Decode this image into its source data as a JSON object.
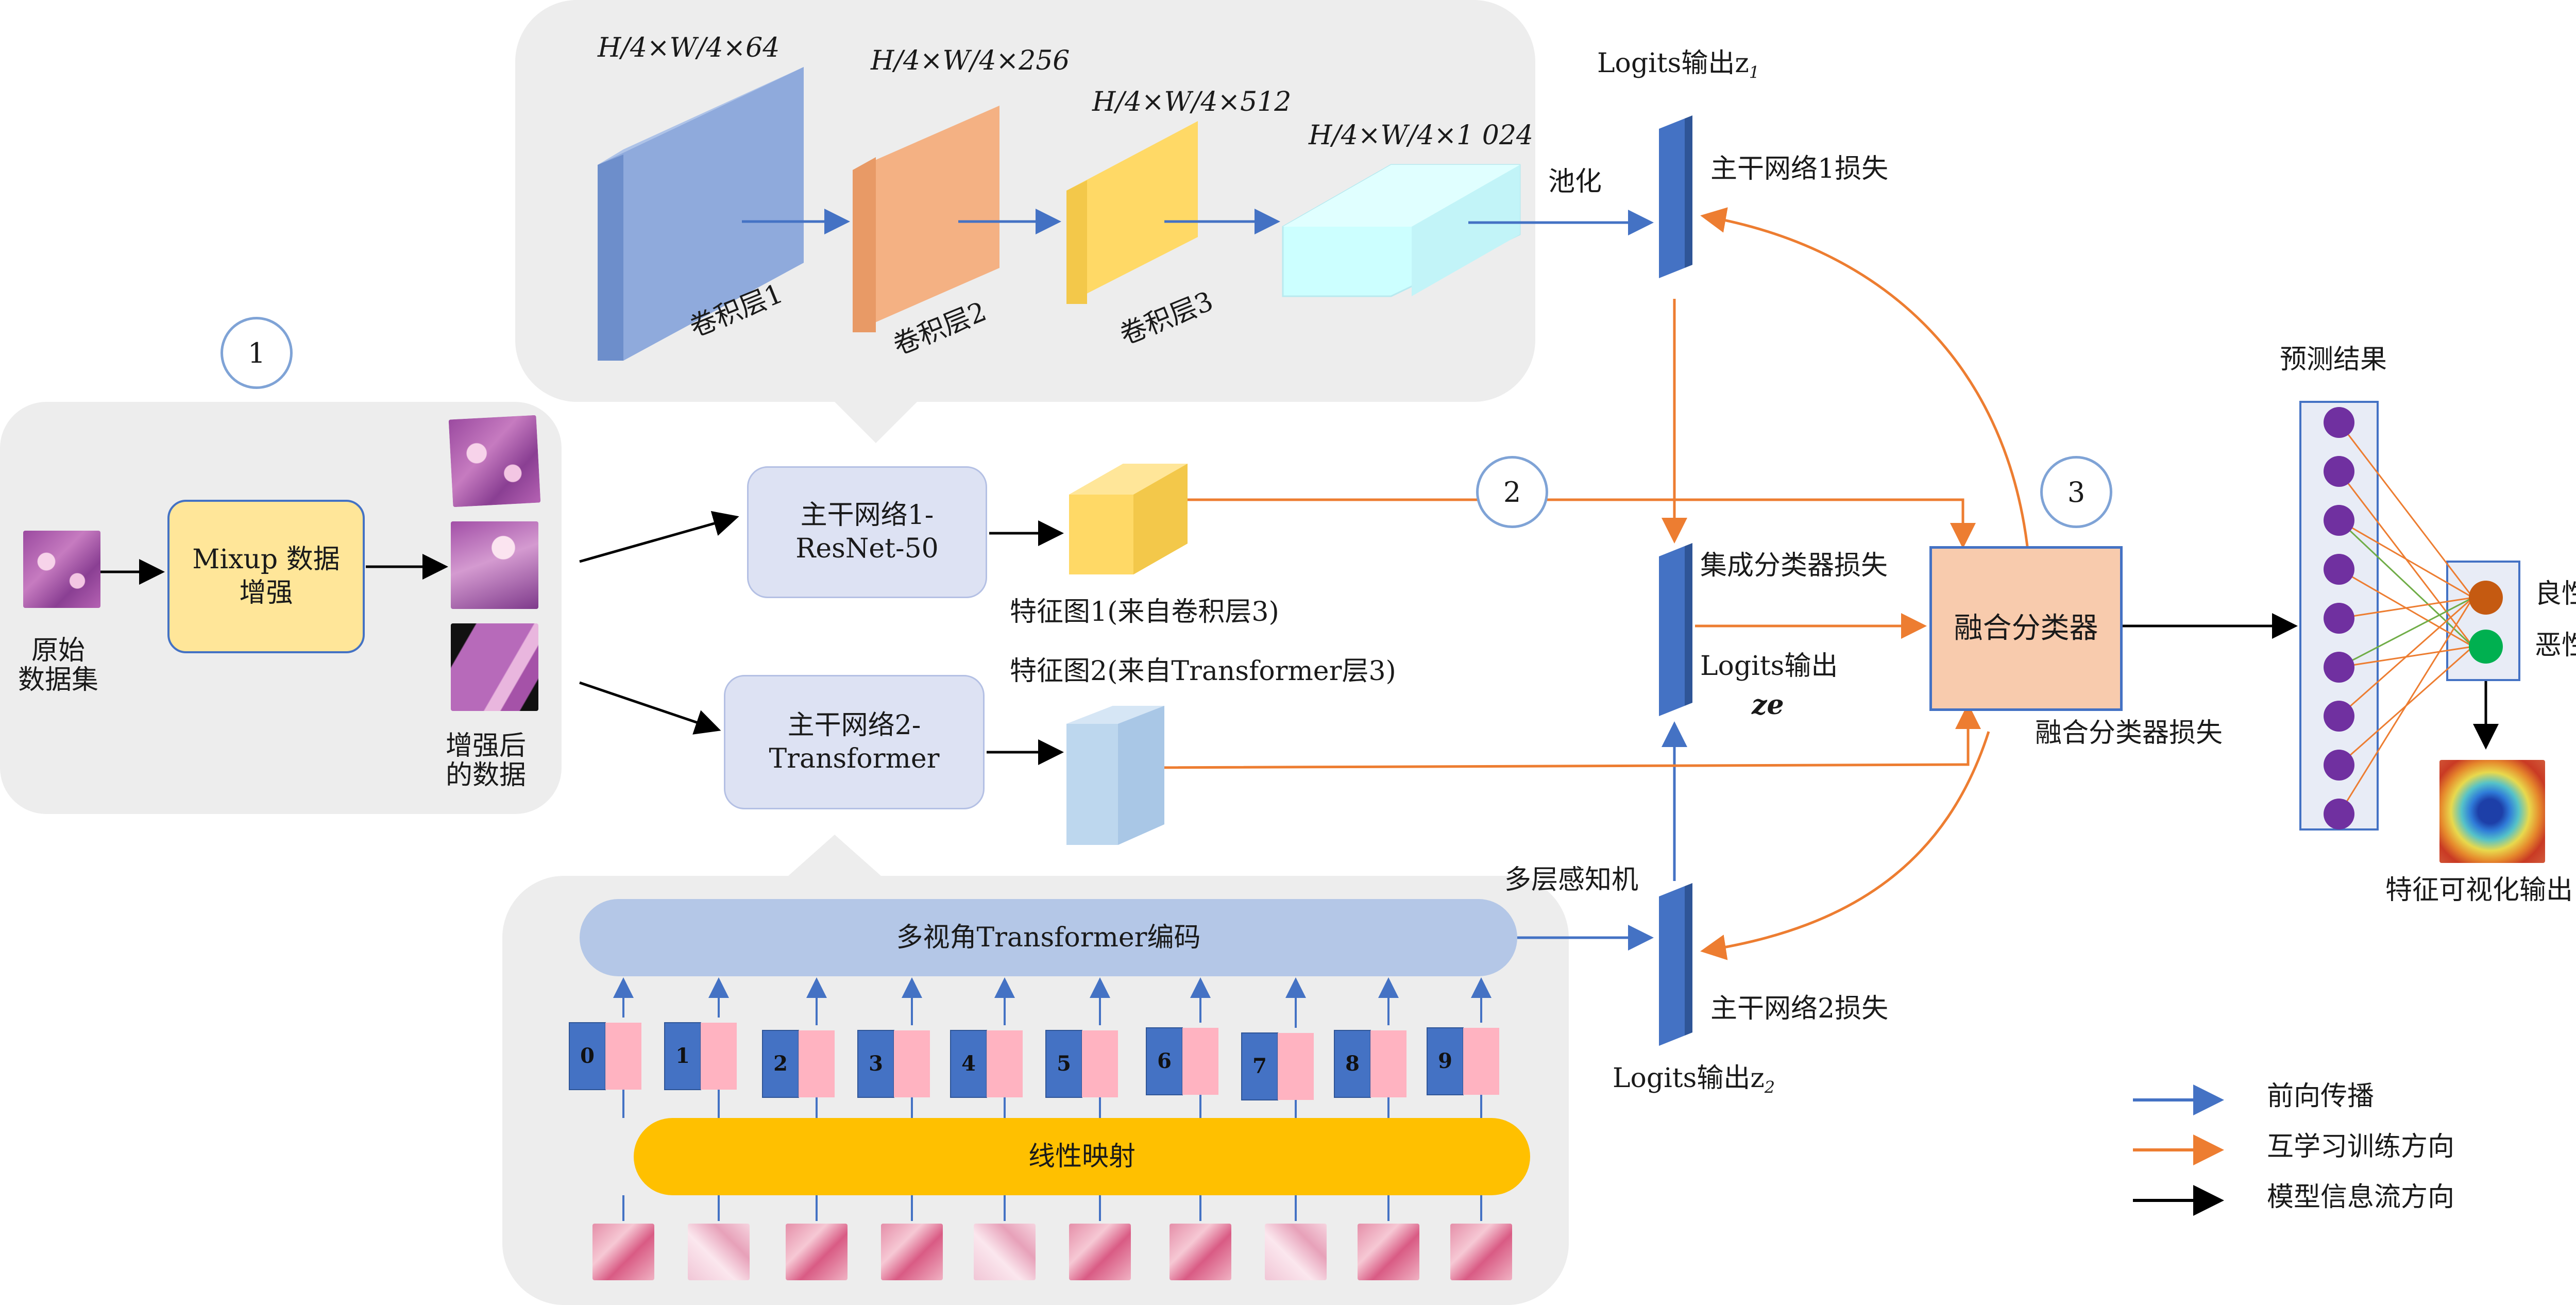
{
  "top_block": {
    "dims": [
      "H/4×W/4×64",
      "H/4×W/4×256",
      "H/4×W/4×512",
      "H/4×W/4×1 024"
    ],
    "layers": [
      "卷积层1",
      "卷积层2",
      "卷积层3"
    ],
    "pool": "池化"
  },
  "logits": {
    "z1": "Logits输出z",
    "z1_sub": "1",
    "ze": "Logits输出",
    "ze_var": "ze",
    "z2": "Logits输出z",
    "z2_sub": "2"
  },
  "losses": {
    "backbone1": "主干网络1损失",
    "ensemble": "集成分类器损失",
    "fusion": "融合分类器损失",
    "backbone2": "主干网络2损失"
  },
  "circles": [
    "1",
    "2",
    "3"
  ],
  "left_block": {
    "original": "原始\n数据集",
    "mixup": "Mixup 数据\n增强",
    "augmented": "增强后\n的数据"
  },
  "backbones": {
    "b1": "主干网络1-\nResNet-50",
    "b2": "主干网络2-\nTransformer"
  },
  "feature_maps": {
    "f1": "特征图1(来自卷积层3)",
    "f2": "特征图2(来自Transformer层3)"
  },
  "fusion": "融合分类器",
  "mlp": "多层感知机",
  "transformer": {
    "encoder": "多视角Transformer编码",
    "projection": "线性映射",
    "tokens": [
      "0",
      "1",
      "2",
      "3",
      "4",
      "5",
      "6",
      "7",
      "8",
      "9"
    ]
  },
  "prediction": {
    "title": "预测结果",
    "benign": "良性",
    "malignant": "恶性",
    "visual": "特征可视化输出"
  },
  "legend": [
    {
      "label": "前向传播",
      "color": "#4472c4"
    },
    {
      "label": "互学习训练方向",
      "color": "#ed7d31"
    },
    {
      "label": "模型信息流方向",
      "color": "#000000"
    }
  ],
  "colors": {
    "forward": "#4472c4",
    "mutual": "#ed7d31",
    "info": "#000000",
    "node_purple": "#7030a0",
    "benign_node": "#c55a11",
    "malignant_node": "#00b050"
  }
}
